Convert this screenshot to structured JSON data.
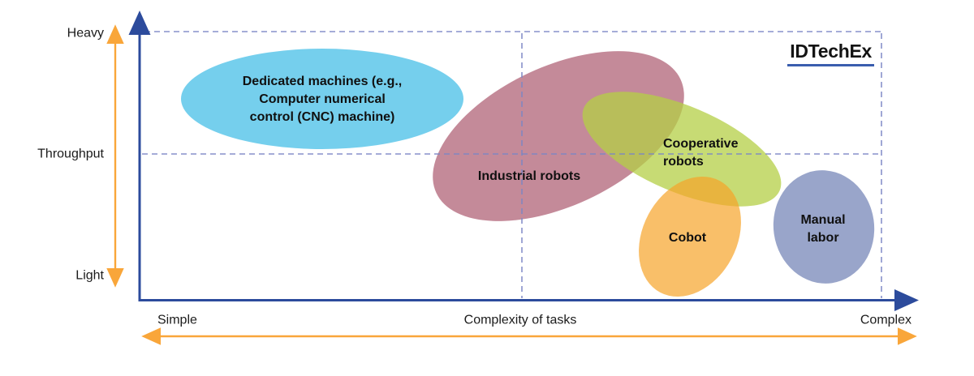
{
  "brand": {
    "logo_text": "IDTechEx"
  },
  "y_axis": {
    "top_label": "Heavy",
    "title": "Throughput",
    "bottom_label": "Light"
  },
  "x_axis": {
    "left_label": "Simple",
    "title": "Complexity of tasks",
    "right_label": "Complex"
  },
  "regions": [
    {
      "id": "dedicated-machines",
      "label_lines": [
        "Dedicated machines (e.g.,",
        "Computer numerical",
        "control (CNC) machine)"
      ],
      "color": "#71cdec"
    },
    {
      "id": "industrial-robots",
      "label_lines": [
        "Industrial robots"
      ],
      "color": "#c48a99"
    },
    {
      "id": "cooperative-robots",
      "label_lines": [
        "Cooperative",
        "robots"
      ],
      "color": "#c7db74"
    },
    {
      "id": "cobot",
      "label_lines": [
        "Cobot"
      ],
      "color": "#f9c471"
    },
    {
      "id": "manual-labor",
      "label_lines": [
        "Manual",
        "labor"
      ],
      "color": "#96a4c8"
    }
  ],
  "colors": {
    "axis_blue": "#2c4b9c",
    "arrow_orange": "#f9a63a",
    "gridline_dashed": "#7b86c5",
    "logo_underline": "#3a5dae"
  },
  "chart_data": {
    "type": "scatter",
    "title": "",
    "xlabel": "Complexity of tasks",
    "ylabel": "Throughput",
    "x_range_labels": [
      "Simple",
      "Complex"
    ],
    "y_range_labels": [
      "Light",
      "Heavy"
    ],
    "note": "qualitative bubble/region chart; positions normalized 0-1 within axes",
    "points": [
      {
        "label": "Dedicated machines (e.g., Computer numerical control (CNC) machine)",
        "x": 0.23,
        "y": 0.75,
        "color": "#71cdec"
      },
      {
        "label": "Industrial robots",
        "x": 0.54,
        "y": 0.61,
        "color": "#c48a99"
      },
      {
        "label": "Cooperative robots",
        "x": 0.69,
        "y": 0.56,
        "color": "#c7db74"
      },
      {
        "label": "Cobot",
        "x": 0.7,
        "y": 0.24,
        "color": "#f9c471"
      },
      {
        "label": "Manual labor",
        "x": 0.875,
        "y": 0.27,
        "color": "#96a4c8"
      }
    ],
    "gridlines": {
      "style": "dashed",
      "horizontal_y": [
        1.0,
        0.545
      ],
      "vertical_x": [
        0.49,
        0.95
      ]
    },
    "legend_position": "none",
    "watermark": "IDTechEx"
  }
}
